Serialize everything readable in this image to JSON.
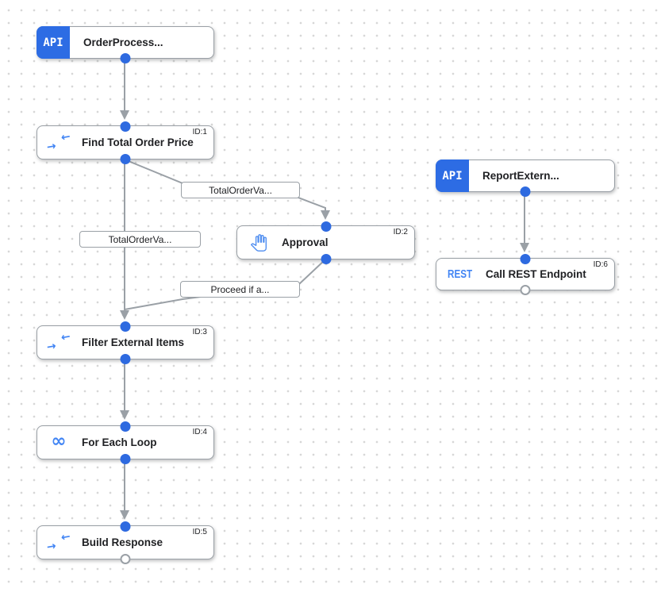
{
  "canvas": {
    "background": "#ffffff",
    "grid_dot_color": "#d7d7d7"
  },
  "colors": {
    "trigger_badge_blue": "#2d6ce4",
    "port_blue": "#2e6ae0",
    "icon_blue": "#4285f4",
    "edge_gray": "#9aa0a6",
    "node_border_gray": "#9aa0a6",
    "title_color": "#202124"
  },
  "icons": {
    "arrow_right": "→",
    "arrow_left": "←",
    "infinity": "∞"
  },
  "nodes": [
    {
      "key": "order-trigger",
      "type": "api-trigger",
      "badge": "API",
      "title": "OrderProcess..."
    },
    {
      "key": "find-total-order-price",
      "type": "task",
      "title": "Find Total Order Price",
      "id_label": "ID:1"
    },
    {
      "key": "approval",
      "type": "task",
      "title": "Approval",
      "id_label": "ID:2"
    },
    {
      "key": "filter-external-items",
      "type": "task",
      "title": "Filter External Items",
      "id_label": "ID:3"
    },
    {
      "key": "for-each-loop",
      "type": "task",
      "title": "For Each Loop",
      "id_label": "ID:4"
    },
    {
      "key": "build-response",
      "type": "task",
      "title": "Build Response",
      "id_label": "ID:5"
    },
    {
      "key": "report-trigger",
      "type": "api-trigger",
      "badge": "API",
      "title": "ReportExtern..."
    },
    {
      "key": "call-rest-endpoint",
      "type": "task",
      "title": "Call REST Endpoint",
      "id_label": "ID:6",
      "icon_text": "REST"
    }
  ],
  "edge_labels": [
    {
      "key": "edge-condition-1",
      "text": "TotalOrderVa..."
    },
    {
      "key": "edge-condition-2",
      "text": "TotalOrderVa..."
    },
    {
      "key": "edge-condition-3",
      "text": "Proceed if a..."
    }
  ]
}
